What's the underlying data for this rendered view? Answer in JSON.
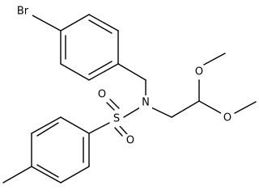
{
  "molecule": {
    "atom_labels": {
      "bromine": "Br",
      "nitrogen": "N",
      "sulfur": "S",
      "sulfonyl_oxygen_top": "O",
      "sulfonyl_oxygen_bottom": "O",
      "methoxy_oxygen_upper": "O",
      "methoxy_oxygen_lower": "O"
    },
    "colors": {
      "bond": "#000000",
      "label": "#000000",
      "background": "#ffffff"
    }
  }
}
